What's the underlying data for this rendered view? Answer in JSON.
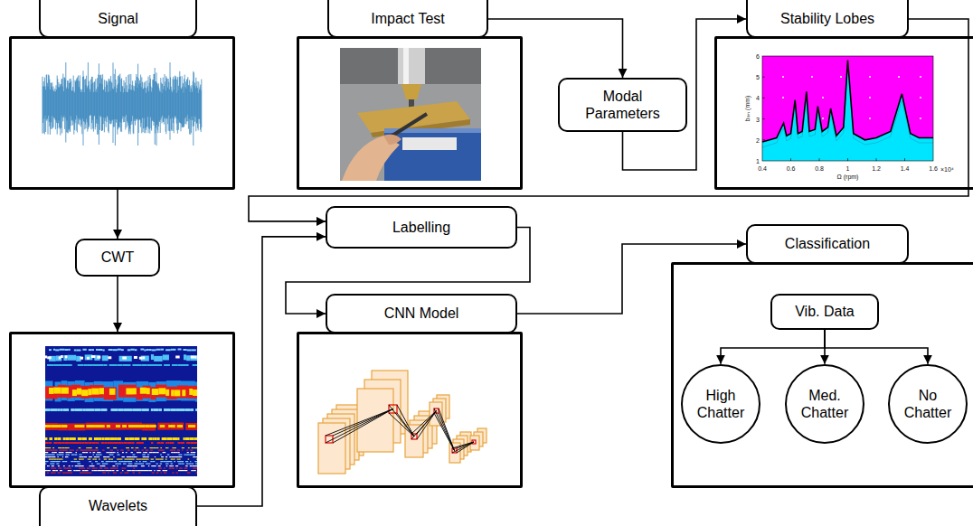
{
  "diagram": {
    "nodes": [
      {
        "text": [
          "Signal"
        ]
      },
      {
        "text": [
          "CWT"
        ]
      },
      {
        "text": [
          "Wavelets"
        ]
      },
      {
        "text": [
          "Impact Test"
        ]
      },
      {
        "text": [
          "Modal Parameters"
        ]
      },
      {
        "text": [
          "Stability Lobes"
        ]
      },
      {
        "text": [
          "Labelling"
        ]
      },
      {
        "text": [
          "CNN Model"
        ]
      },
      {
        "text": [
          "Classification"
        ]
      },
      {
        "text": [
          "Vib. Data"
        ],
        "in": 8
      },
      {
        "text": [
          "High Chatter"
        ],
        "in": 8
      },
      {
        "text": [
          "Med. Chatter"
        ],
        "in": 8
      },
      {
        "text": [
          "No Chatter"
        ],
        "in": 8
      }
    ],
    "edges": [
      {
        "from": 0,
        "to": 1,
        "arrow": "to"
      },
      {
        "from": 1,
        "to": 2,
        "arrow": "to"
      },
      {
        "from": 2,
        "to": 6,
        "arrow": "to"
      },
      {
        "from": 3,
        "to": 4,
        "arrow": "to"
      },
      {
        "from": 4,
        "to": 5,
        "arrow": "to"
      },
      {
        "from": 5,
        "to": 6,
        "arrow": "to"
      },
      {
        "from": 6,
        "to": 7,
        "arrow": "to"
      },
      {
        "from": 7,
        "to": 8,
        "arrow": "to"
      },
      {
        "from": 9,
        "to": 10,
        "arrow": "to"
      },
      {
        "from": 9,
        "to": 11,
        "arrow": "to"
      },
      {
        "from": 9,
        "to": 12,
        "arrow": "to"
      }
    ],
    "labels": [
      "1",
      "2",
      "3",
      "4",
      "5",
      "6",
      "0.4",
      "0.6",
      "0.8",
      "1",
      "1.2",
      "1.4",
      "1.6",
      "Ω (rpm)",
      "bₗᵢₘ (mm)",
      "×10⁴"
    ]
  }
}
